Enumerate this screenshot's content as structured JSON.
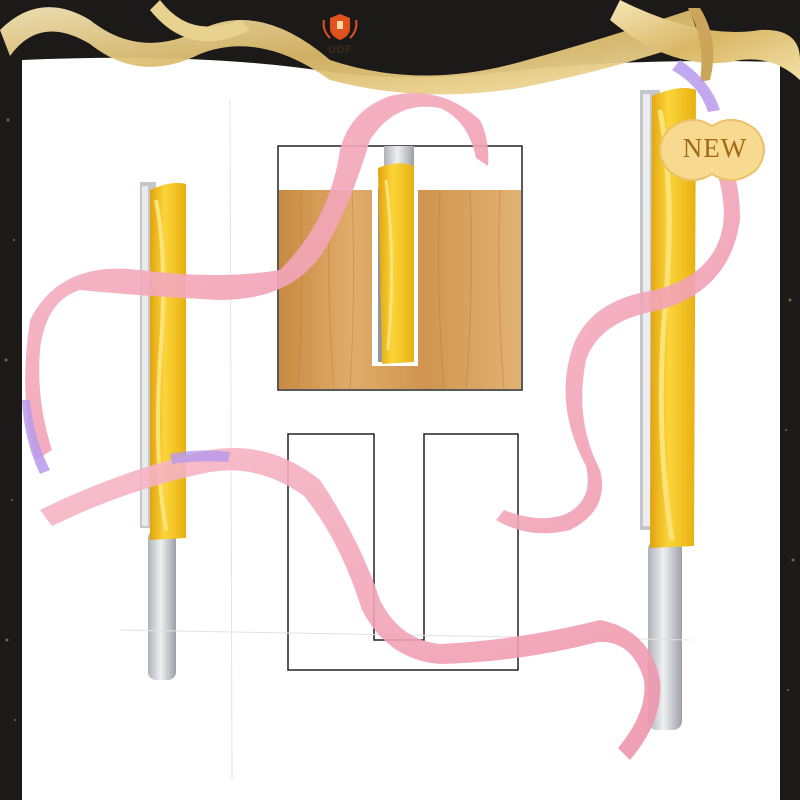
{
  "brand": {
    "name": "DDF",
    "logo_icon": "shield-crest-icon",
    "logo_color": "#e0521e"
  },
  "badge": {
    "label": "NEW",
    "color": "#f7d98f"
  },
  "colors": {
    "frame": "#1a1a1a",
    "panel": "#ffffff",
    "gold_ribbon": "#e3c98a",
    "pink_ribbon": "#f2a8b8",
    "violet_ribbon": "#b79aec",
    "cutter_yellow": "#f6c21a",
    "shank_silver": "#c9ccd0",
    "wood": "#d9a25a"
  },
  "illustration": {
    "left_bit": "router-bit-image",
    "right_bit": "router-bit-image",
    "wood_groove": "wood-groove-cut-image",
    "groove_profile": "groove-profile-outline"
  }
}
